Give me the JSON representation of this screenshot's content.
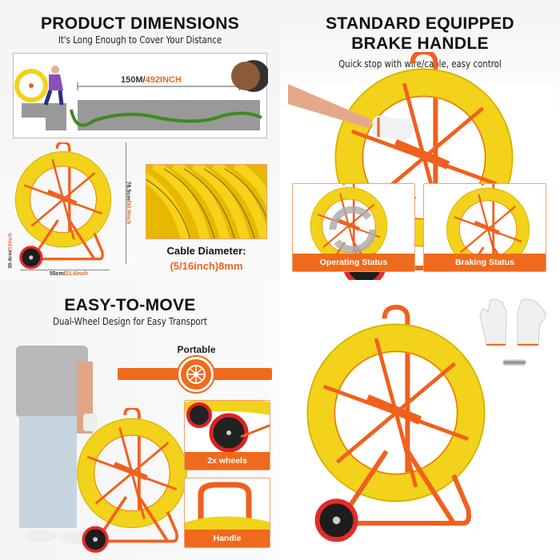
{
  "panel1": {
    "title": "PRODUCT DIMENSIONS",
    "subtitle": "It's Long Enough to Cover Your Distance",
    "length_main": "150M/",
    "length_alt": "492INCH",
    "height_main": "78.5cm/",
    "height_alt": "30.9inch",
    "depth_main": "30.4cm/",
    "depth_alt": "12inch",
    "width_main": "55cm/",
    "width_alt": "21.6inch",
    "cable_label": "Cable Diameter:",
    "cable_value": "(5/16inch)8mm"
  },
  "panel2": {
    "title_line1": "STANDARD EQUIPPED",
    "title_line2": "BRAKE HANDLE",
    "subtitle": "Quick stop with wire/cable, easy control",
    "cards": [
      {
        "label": "Operating Status"
      },
      {
        "label": "Braking Status"
      }
    ]
  },
  "panel3": {
    "title": "EASY-TO-MOVE",
    "subtitle": "Dual-Wheel Design for Easy Transport",
    "feature": "Portable",
    "cards": [
      {
        "label": "2x wheels"
      },
      {
        "label": "Handle"
      }
    ]
  },
  "colors": {
    "accent": "#ef6a1c",
    "cable": "#f2d21a",
    "frame": "#f0601e"
  }
}
